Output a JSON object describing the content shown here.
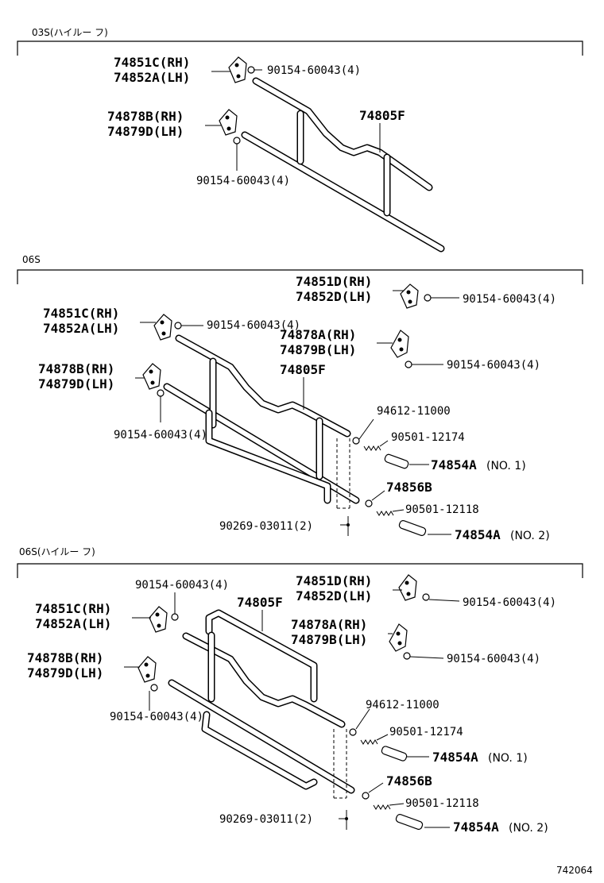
{
  "sections": [
    {
      "header": "03S(ハイルー フ)",
      "labels": {
        "hinge_upper": "74851C(RH)",
        "hinge_upper_lh": "74852A(LH)",
        "hinge_upper_bolt": "90154-60043(4)",
        "hinge_lower": "74878B(RH)",
        "hinge_lower_lh": "74879D(LH)",
        "hinge_lower_bolt": "90154-60043(4)",
        "bar": "74805F"
      }
    },
    {
      "header": "06S",
      "labels": {
        "right_upper": "74851D(RH)",
        "right_upper_lh": "74852D(LH)",
        "right_upper_bolt": "90154-60043(4)",
        "hinge_upper": "74851C(RH)",
        "hinge_upper_lh": "74852A(LH)",
        "hinge_upper_bolt": "90154-60043(4)",
        "right_lower": "74878A(RH)",
        "right_lower_lh": "74879B(LH)",
        "right_lower_bolt": "90154-60043(4)",
        "hinge_lower": "74878B(RH)",
        "hinge_lower_lh": "74879D(LH)",
        "bar": "74805F",
        "hinge_lower_bolt": "90154-60043(4)",
        "cap": "94612-11000",
        "spring1": "90501-12174",
        "knob1": "74854A",
        "knob1_no": "(NO. 1)",
        "collar": "74856B",
        "spring2": "90501-12118",
        "pin": "90269-03011(2)",
        "knob2": "74854A",
        "knob2_no": "(NO. 2)"
      }
    },
    {
      "header": "06S(ハイルー フ)",
      "labels": {
        "top_bolt": "90154-60043(4)",
        "right_upper": "74851D(RH)",
        "right_upper_lh": "74852D(LH)",
        "right_upper_bolt": "90154-60043(4)",
        "bar": "74805F",
        "hinge_upper": "74851C(RH)",
        "hinge_upper_lh": "74852A(LH)",
        "right_lower": "74878A(RH)",
        "right_lower_lh": "74879B(LH)",
        "right_lower_bolt": "90154-60043(4)",
        "hinge_lower": "74878B(RH)",
        "hinge_lower_lh": "74879D(LH)",
        "cap": "94612-11000",
        "spring1": "90501-12174",
        "hinge_lower_bolt": "90154-60043(4)",
        "knob1": "74854A",
        "knob1_no": "(NO. 1)",
        "collar": "74856B",
        "spring2": "90501-12118",
        "pin": "90269-03011(2)",
        "knob2": "74854A",
        "knob2_no": "(NO. 2)"
      }
    }
  ],
  "figure_number": "742064"
}
